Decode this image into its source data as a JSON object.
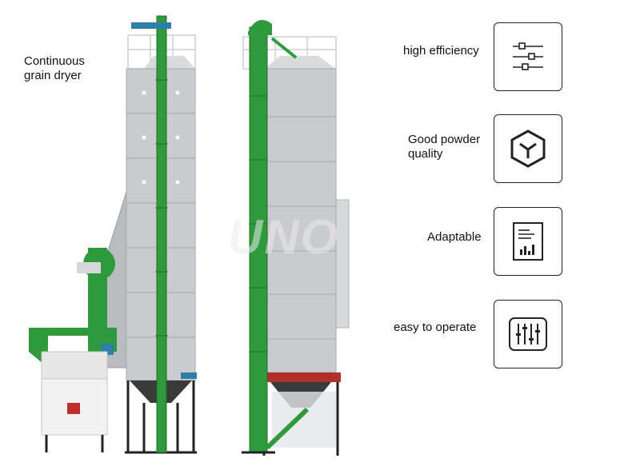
{
  "caption": {
    "line1": "Continuous",
    "line2": "grain dryer"
  },
  "watermark": "UNO",
  "features": [
    {
      "label": "high efficiency",
      "icon": "sliders-horizontal-icon"
    },
    {
      "label_line1": "Good powder",
      "label_line2": "quality",
      "icon": "cube-icon"
    },
    {
      "label": "Adaptable",
      "icon": "report-chart-icon"
    },
    {
      "label": "easy to operate",
      "icon": "control-panel-icon"
    }
  ],
  "colors": {
    "machine_green": "#2e9a3c",
    "silo_gray": "#c7c9cc",
    "frame_dark": "#2a2a2a",
    "hopper_red": "#b0302b"
  }
}
